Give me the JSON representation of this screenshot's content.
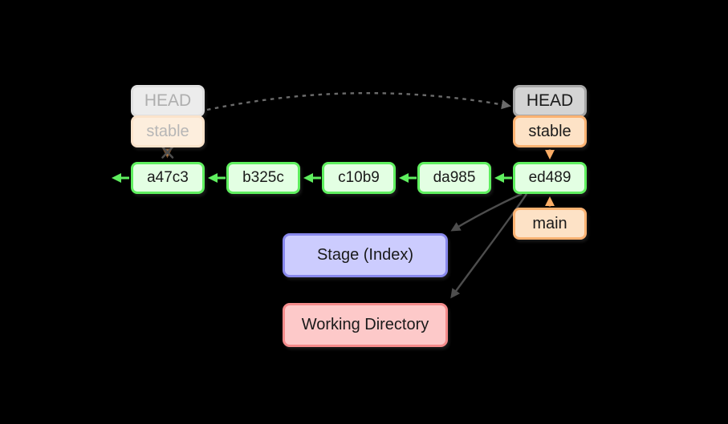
{
  "diagram": {
    "description": "git history graph with HEAD moving from a47c3 to ed489",
    "background_color": "#000000"
  },
  "old_pointer": {
    "head_label": "HEAD",
    "branch_label": "stable"
  },
  "new_pointer": {
    "head_label": "HEAD",
    "branch_label": "stable"
  },
  "commits": [
    "a47c3",
    "b325c",
    "c10b9",
    "da985",
    "ed489"
  ],
  "branch_main": {
    "label": "main"
  },
  "areas": {
    "stage_label": "Stage (Index)",
    "working_label": "Working Directory"
  },
  "colors": {
    "commit_fill": "#e3ffe3",
    "commit_border": "#5fef5f",
    "branch_fill": "#fde2c6",
    "branch_border": "#fbb272",
    "head_fill": "#d4d4d4",
    "head_border": "#a7a7a7",
    "stage_fill": "#ccccfe",
    "stage_border": "#8888ec",
    "working_fill": "#fdc9c9",
    "working_border": "#f48b8b",
    "history_arrow": "#5fef5f",
    "branch_arrow": "#fbad66",
    "flow_arrow": "#4d4d4d",
    "head_move_arrow": "#6b6b6b"
  }
}
